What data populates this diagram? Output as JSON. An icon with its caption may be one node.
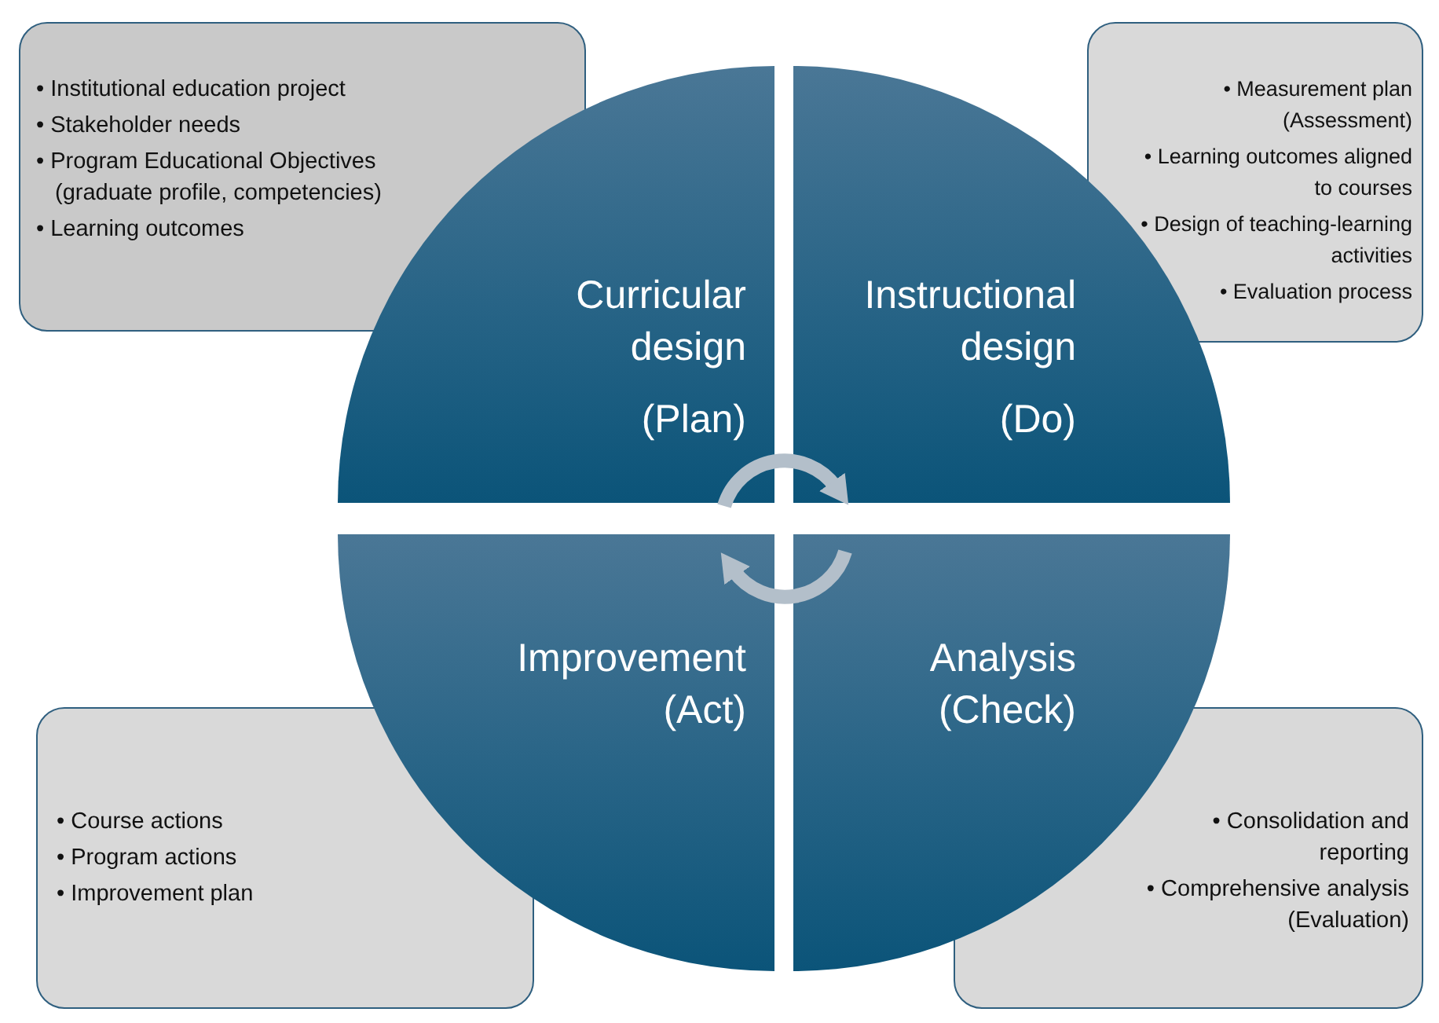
{
  "diagram": {
    "nodes": [
      {
        "text": [
          "• Institutional education project",
          "• Stakeholder needs",
          "• Program Educational Objectives (graduate profile, competencies)",
          "• Learning outcomes"
        ]
      },
      {
        "text": [
          "• Measurement plan (Assessment)",
          "• Learning outcomes aligned to courses",
          "• Design of teaching-learning activities",
          "• Evaluation process"
        ]
      },
      {
        "text": [
          "Curricular design",
          "(Plan)"
        ]
      },
      {
        "text": [
          "Instructional design",
          "(Do)"
        ]
      },
      {
        "text": [
          "Improvement (Act)"
        ]
      },
      {
        "text": [
          "Analysis (Check)"
        ]
      },
      {
        "text": [
          "• Course actions",
          "• Program actions",
          "• Improvement plan"
        ]
      },
      {
        "text": [
          "• Consolidation and reporting",
          "• Comprehensive analysis (Evaluation)"
        ]
      }
    ],
    "edges": [
      {
        "from": 2,
        "to": 3,
        "arrow": "to"
      },
      {
        "from": 5,
        "to": 4,
        "arrow": "to"
      }
    ]
  }
}
